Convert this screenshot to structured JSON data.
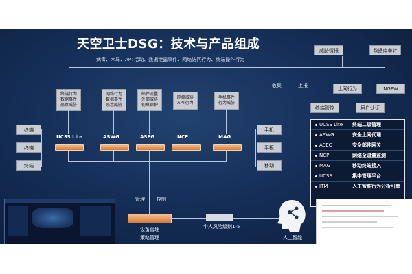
{
  "title": "天空卫士DSG：技术与产品组成",
  "threats": "病毒、木马、APT活动、数据泄露事件、网络访问行为、终端操作行为",
  "collect_label": "收集",
  "report_label": "上报",
  "top_right": [
    "威胁情报",
    "数据库审计"
  ],
  "right_boxes": [
    "上网行为",
    "NGFW",
    "终端管控",
    "用户认证"
  ],
  "products": [
    {
      "name": "UCSS Lite",
      "info": "终端行为\n数据事件\n恶意威胁"
    },
    {
      "name": "ASWG",
      "info": "网络行为\n数据事件\n恶意威胁"
    },
    {
      "name": "ASEG",
      "info": "邮件流量\n外部威胁\n钓鱼保护"
    },
    {
      "name": "NCP",
      "info": "网络威胁\nAPT行为"
    },
    {
      "name": "MAG",
      "info": "手机事件\n行为威胁"
    }
  ],
  "left_labels": [
    "终端",
    "终端",
    "终端"
  ],
  "right_labels": [
    "手机",
    "平板",
    "移动"
  ],
  "legend": [
    {
      "k": "UCSS Lite",
      "v": "终端二级管理"
    },
    {
      "k": "ASWG",
      "v": "安全上网代理"
    },
    {
      "k": "ASEG",
      "v": "安全邮件网关"
    },
    {
      "k": "NCP",
      "v": "网络全流量监测"
    },
    {
      "k": "MAG",
      "v": "移动终端接入"
    },
    {
      "k": "UCSS",
      "v": "集中管理平台"
    },
    {
      "k": "ITM",
      "v": "人工智能行为分析引擎"
    }
  ],
  "manage_label": "管理",
  "control_label": "控制",
  "device_label": "设备管理",
  "device_label2": "策略管理",
  "risk_label": "个人风险级别1-5",
  "ai_label": "人工智能",
  "colors": {
    "background": "#16305a",
    "accent": "#d47a3b",
    "line": "#b6c6e3"
  }
}
